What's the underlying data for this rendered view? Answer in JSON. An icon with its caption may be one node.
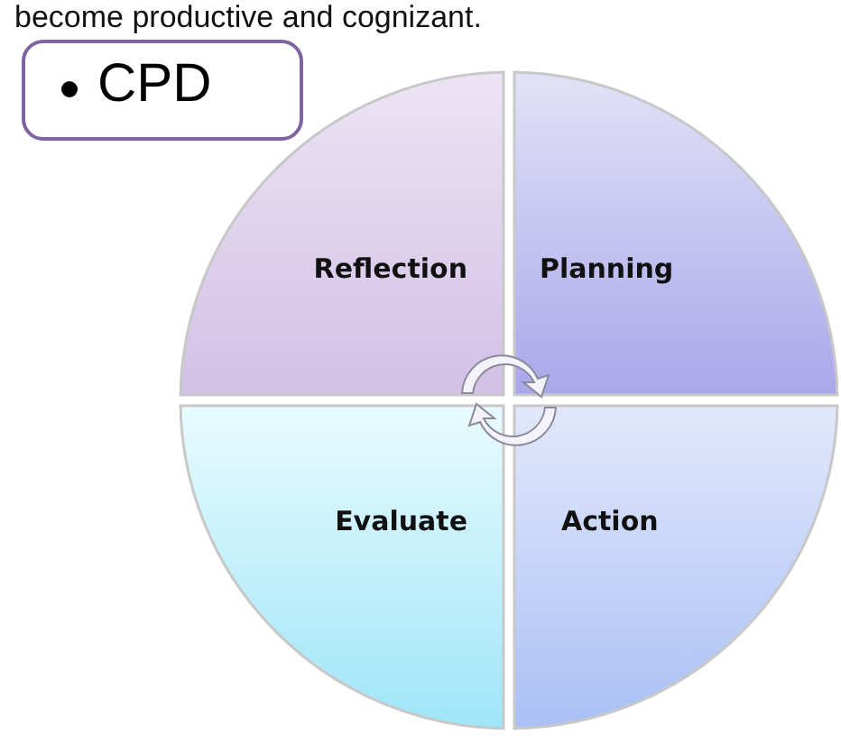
{
  "diagram": {
    "nodes": [
      {
        "text": [
          "CPD"
        ]
      },
      {
        "text": [
          "Reflection"
        ]
      },
      {
        "text": [
          "Planning"
        ]
      },
      {
        "text": [
          "Evaluate"
        ]
      },
      {
        "text": [
          "Action"
        ]
      }
    ],
    "labels": [
      "become productive and cognizant."
    ]
  }
}
